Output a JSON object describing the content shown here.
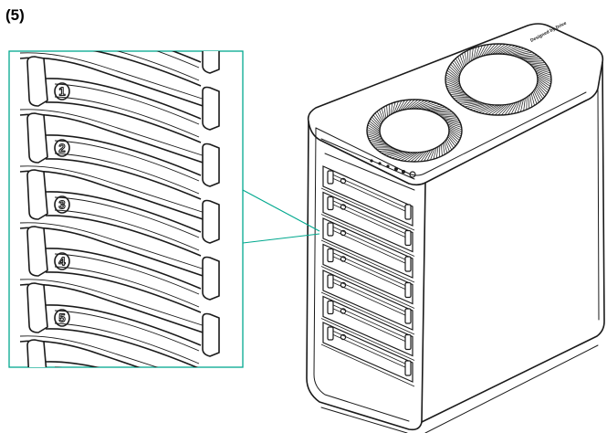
{
  "step_label": "(5)",
  "bay_numbers": [
    "1",
    "2",
    "3",
    "4",
    "5"
  ],
  "top_label": "Designed by Drive",
  "colors": {
    "accent": "#00a88e",
    "line": "#1a1a1a",
    "background": "#ffffff"
  }
}
